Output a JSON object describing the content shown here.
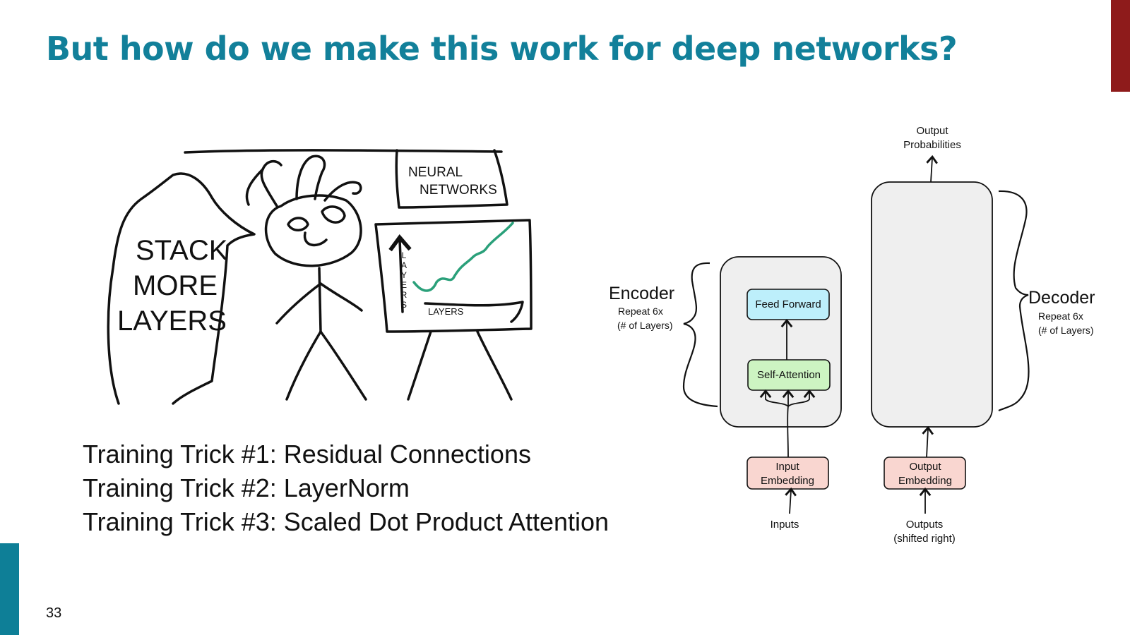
{
  "slide": {
    "title": "But how do we make this work for deep networks?",
    "page_number": "33"
  },
  "tricks": [
    "Training Trick #1: Residual Connections",
    "Training Trick #2: LayerNorm",
    "Training Trick #3: Scaled Dot Product Attention"
  ],
  "comic": {
    "bubble_lines": [
      "STACK",
      "MORE",
      "LAYERS"
    ],
    "sign_lines": [
      "NEURAL",
      "NETWORKS"
    ],
    "y_axis_letters": [
      "L",
      "A",
      "Y",
      "E",
      "R",
      "S"
    ],
    "x_axis_label": "LAYERS"
  },
  "diagram": {
    "output_probabilities": [
      "Output",
      "Probabilities"
    ],
    "encoder_title": "Encoder",
    "encoder_repeat": [
      "Repeat 6x",
      "(# of Layers)"
    ],
    "decoder_title": "Decoder",
    "decoder_repeat": [
      "Repeat 6x",
      "(# of Layers)"
    ],
    "feed_forward": "Feed Forward",
    "self_attention": "Self-Attention",
    "input_embedding": [
      "Input",
      "Embedding"
    ],
    "output_embedding": [
      "Output",
      "Embedding"
    ],
    "inputs": "Inputs",
    "outputs": [
      "Outputs",
      "(shifted right)"
    ]
  },
  "colors": {
    "title": "#12809a",
    "accent_top": "#8e1b1b",
    "accent_left": "#0e7f97",
    "feed_forward_fill": "#bdeffb",
    "self_attention_fill": "#cdf4c2",
    "embedding_fill": "#f9d6d0",
    "block_fill": "#efefef",
    "chart_line": "#2aa07a"
  }
}
